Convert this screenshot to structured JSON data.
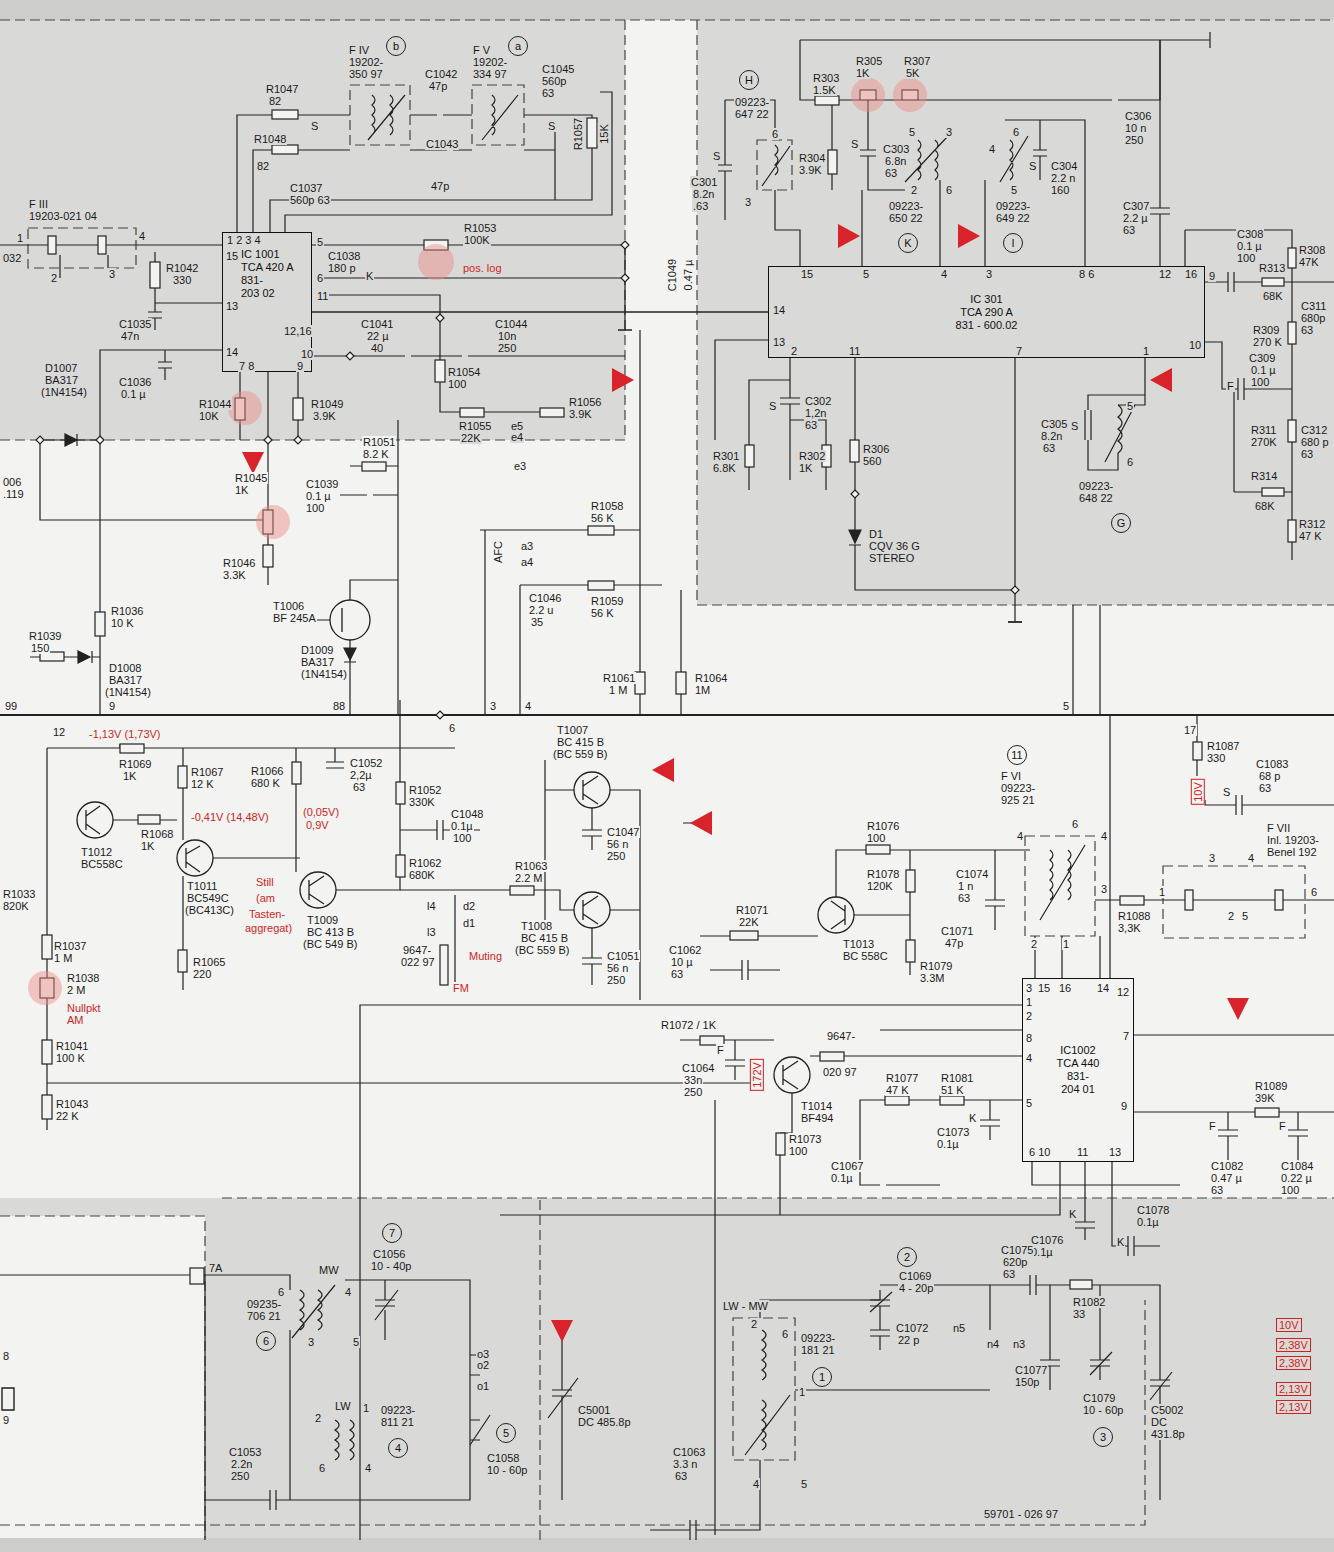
{
  "diagram": {
    "nodes": [
      {
        "text": [
          "b"
        ]
      },
      {
        "text": [
          "a"
        ]
      },
      {
        "text": [
          "H"
        ]
      },
      {
        "text": [
          "IC 1001",
          "TCA 420 A",
          "831-",
          "203 02"
        ]
      },
      {
        "text": [
          "K"
        ]
      },
      {
        "text": [
          "I"
        ]
      },
      {
        "text": [
          "IC 301",
          "TCA 290 A",
          "831 - 600.02"
        ]
      },
      {
        "text": [
          "G"
        ]
      },
      {
        "text": [
          "11"
        ]
      },
      {
        "text": [
          "IC1002",
          "TCA 440",
          "831-",
          "204 01"
        ]
      },
      {
        "text": [
          "7"
        ]
      },
      {
        "text": [
          "2"
        ]
      },
      {
        "text": [
          "6"
        ]
      },
      {
        "text": [
          "1"
        ]
      },
      {
        "text": [
          "5"
        ]
      },
      {
        "text": [
          "3"
        ]
      },
      {
        "text": [
          "4"
        ]
      }
    ],
    "edges": [
      {
        "from": 3,
        "to": 6,
        "arrow": "none"
      }
    ],
    "labels": [
      "F IV",
      "19202-",
      "350 97",
      "F V",
      "19202-",
      "334 97",
      "C1042",
      "47p",
      "C1045",
      "560p",
      "63",
      "R1047",
      "82",
      "R1048",
      "82",
      "C1037",
      "560p 63",
      "C1043",
      "47p",
      "R1057",
      "15K",
      "S",
      "S",
      "F III",
      "19203-021 04",
      "1",
      "4",
      "2",
      "3",
      "1 2 3 4",
      "5",
      "15",
      "13",
      "14",
      "6",
      "11",
      "12,16",
      "10",
      "7 8",
      "9",
      "R1042",
      "330",
      "C1035",
      "47n",
      "C1036",
      "0.1 µ",
      "D1007",
      "BA317",
      "(1N4154)",
      "R1044",
      "10K",
      "R1049",
      "3.9K",
      "C1038",
      "180 p",
      "K",
      "R1053",
      "100K",
      "pos. log",
      "C1049",
      "0.47 µ",
      "C1041",
      "22 µ",
      "40",
      "C1044",
      "10n",
      "250",
      "R1054",
      "100",
      "R1055",
      "22K",
      "R1056",
      "3.9K",
      "e5",
      "e4",
      "e3",
      "R1051",
      "8.2 K",
      "R1045",
      "1K",
      "R1046",
      "3.3K",
      "C1039",
      "0.1 µ",
      "100",
      "R1058",
      "56 K",
      "a3",
      "a4",
      "AFC",
      "C1046",
      "2.2 u",
      "35",
      "R1059",
      "56 K",
      "T1006",
      "BF 245A",
      "D1009",
      "BA317",
      "(1N4154)",
      "R1036",
      "10 K",
      "R1039",
      "150",
      "D1008",
      "BA317",
      "(1N4154)",
      "R1061",
      "1 M",
      "R1064",
      "1M",
      "006",
      ".119",
      "032",
      "99",
      "9",
      "88",
      "3",
      "4",
      "5",
      "6",
      "R303",
      "1.5K",
      "R305",
      "1K",
      "R307",
      "5K",
      "09223-",
      "647 22",
      "R304",
      "3.9K",
      "C303",
      "6.8n",
      "63",
      "S",
      "5",
      "3",
      "2",
      "6",
      "4",
      "6",
      "5",
      "C304",
      "2.2 n",
      "160",
      "S",
      "C306",
      "10 n",
      "250",
      "C307",
      "2.2 µ",
      "63",
      "09223-",
      "650 22",
      "09223-",
      "649 22",
      "C301",
      "8.2n",
      ".63",
      "S",
      "6",
      "3",
      "C308",
      "0.1 µ",
      "100",
      "R308",
      "47K",
      "R313",
      "68K",
      "R309",
      "270 K",
      "C311",
      "680p",
      "63",
      "15",
      "5",
      "4",
      "3",
      "8 6",
      "12",
      "16",
      "9",
      "14",
      "13",
      "2",
      "11",
      "7",
      "1",
      "10",
      "C302",
      "1,2n",
      "63",
      "S",
      "C309",
      "0.1 µ",
      "100",
      "F",
      "R311",
      "270K",
      "C312",
      "680 p",
      "63",
      "C305",
      "8.2n",
      "63",
      "S",
      "5",
      "6",
      "09223-",
      "648 22",
      "R306",
      "560",
      "R301",
      "6.8K",
      "R302",
      "1K",
      "D1",
      "CQV 36 G",
      "STEREO",
      "R314",
      "68K",
      "R312",
      "47 K",
      "12",
      "-1,13V (1,73V)",
      "R1069",
      "1K",
      "R1067",
      "12 K",
      "R1066",
      "680 K",
      "C1052",
      "2,2µ",
      "63",
      "R1052",
      "330K",
      "C1048",
      "0.1µ",
      "100",
      "R1062",
      "680K",
      "-0,41V (14,48V)",
      "(0,05V)",
      "0,9V",
      "R1068",
      "1K",
      "T1012",
      "BC558C",
      "T1011",
      "BC549C",
      "(BC413C)",
      "Still",
      "(am",
      "Tasten-",
      "aggregat)",
      "T1009",
      "BC 413 B",
      "(BC 549 B)",
      "R1065",
      "220",
      "R1033",
      "820K",
      "R1037",
      "1 M",
      "R1038",
      "2 M",
      "Nullpkt",
      "AM",
      "R1041",
      "100 K",
      "R1043",
      "22 K",
      "R1063",
      "2.2 M",
      "l4",
      "l3",
      "d2",
      "d1",
      "9647-",
      "022 97",
      "FM",
      "Muting",
      "T1007",
      "BC 415 B",
      "(BC 559 B)",
      "C1047",
      "56 n",
      "250",
      "T1008",
      "BC 415 B",
      "(BC 559 B)",
      "C1051",
      "56 n",
      "250",
      "C1062",
      "10 µ",
      "63",
      "R1071",
      "22K",
      "T1013",
      "BC 558C",
      "R1076",
      "100",
      "R1078",
      "120K",
      "C1074",
      "1 n",
      "63",
      "C1071",
      "47p",
      "R1079",
      "3.3M",
      "F VI",
      "09223-",
      "925 21",
      "4",
      "6",
      "4",
      "3",
      "2",
      "1",
      "17",
      "R1087",
      "330",
      "10V",
      "C1083",
      "68 p",
      "63",
      "S",
      "F VII",
      "Inl. 19203-",
      "Benel 192",
      "R1088",
      "3,3K",
      "1",
      "3",
      "4",
      "6",
      "2",
      "5",
      "3",
      "15",
      "16",
      "14",
      "12",
      "1",
      "2",
      "8",
      "4",
      "7",
      "5",
      "9",
      "6 10",
      "11",
      "13",
      "R1072 / 1K",
      "C1064",
      "33n",
      "250",
      "172V",
      "F",
      "9647-",
      "020 97",
      "T1014",
      "BF494",
      "R1073",
      "100",
      "R1077",
      "47 K",
      "R1081",
      "51 K",
      "C1073",
      "0.1µ",
      "K",
      "C1067",
      "0.1µ",
      "R1089",
      "39K",
      "C1082",
      "0.47 µ",
      "63",
      "C1084",
      "0.22 µ",
      "100",
      "F",
      "F",
      "C1076",
      "0.1µ",
      "C1078",
      "0.1µ",
      "K",
      "K",
      "C1056",
      "10 - 40p",
      "MW",
      "6",
      "4",
      "09235-",
      "706 21",
      "3",
      "5",
      "o3",
      "o2",
      "o1",
      "2",
      "LW",
      "1",
      "09223-",
      "811 21",
      "6",
      "4",
      "C1058",
      "10 - 60p",
      "C5001",
      "DC 485.8p",
      "C1053",
      "2.2n",
      "250",
      "7A",
      "8",
      "9",
      "LW - MW",
      "2",
      "6",
      "1",
      "4",
      "5",
      "09223-",
      "181 21",
      "C1063",
      "3.3 n",
      "63",
      "C1069",
      "4 - 20p",
      "C1072",
      "22 p",
      "n5",
      "n4",
      "n3",
      "C1075",
      "620p",
      "63",
      "R1082",
      "33",
      "C1077",
      "150p",
      "C1079",
      "10 - 60p",
      "C5002",
      "DC",
      "431.8p",
      "59701 - 026 97",
      "10V",
      "2,38V",
      "2,38V",
      "2,13V",
      "2,13V"
    ]
  }
}
